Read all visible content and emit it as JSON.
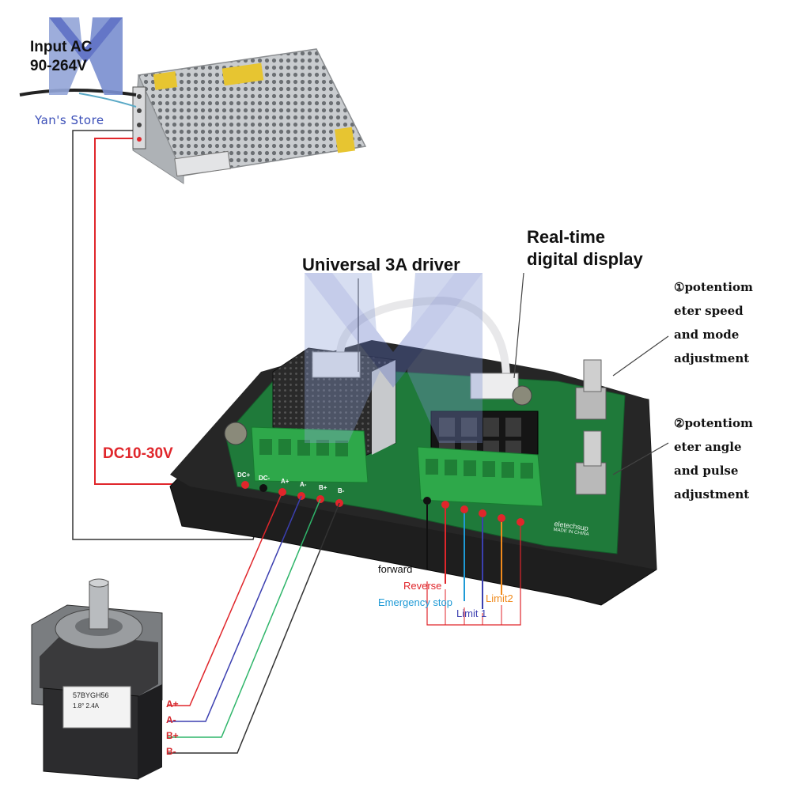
{
  "power_supply": {
    "input_line1": "Input AC",
    "input_line2": "90-264V"
  },
  "watermark": {
    "store_name": "Yan's Store"
  },
  "driver": {
    "title": "Universal 3A driver",
    "board_brand": "eletechsup",
    "board_sub": "MADE IN CHINA"
  },
  "display": {
    "title_line1": "Real-time",
    "title_line2": "digital display"
  },
  "potentiometers": [
    {
      "lines": [
        "①potentiom",
        "eter speed",
        "and mode",
        "adjustment"
      ]
    },
    {
      "lines": [
        "②potentiom",
        "eter angle",
        "and pulse",
        "adjustment"
      ]
    }
  ],
  "supply_voltage": "DC10-30V",
  "power_terminals": [
    "DC+",
    "DC-",
    "A+",
    "A-",
    "B+",
    "B-"
  ],
  "signals": [
    {
      "label": "forward",
      "color": "#111111"
    },
    {
      "label": "Reverse",
      "color": "#e0262b"
    },
    {
      "label": "Emergency stop",
      "color": "#1e9ad6"
    },
    {
      "label": "Limit 1",
      "color": "#3b3fb0"
    },
    {
      "label": "Limit2",
      "color": "#f08a1c"
    }
  ],
  "motor": {
    "model": "57BYGH56",
    "spec_line1": "1.8°  2.4A",
    "wires": [
      {
        "label": "A+",
        "color": "#e0262b"
      },
      {
        "label": "A-",
        "color": "#3b3fb0"
      },
      {
        "label": "B+",
        "color": "#2fb56a"
      },
      {
        "label": "B-",
        "color": "#333333"
      }
    ]
  },
  "colors": {
    "terminal_green": "#2ea84a",
    "pcb_green": "#1f7a3a",
    "case_black": "#1c1c1c",
    "wire_red": "#e0262b",
    "label_red": "#e0262b"
  }
}
